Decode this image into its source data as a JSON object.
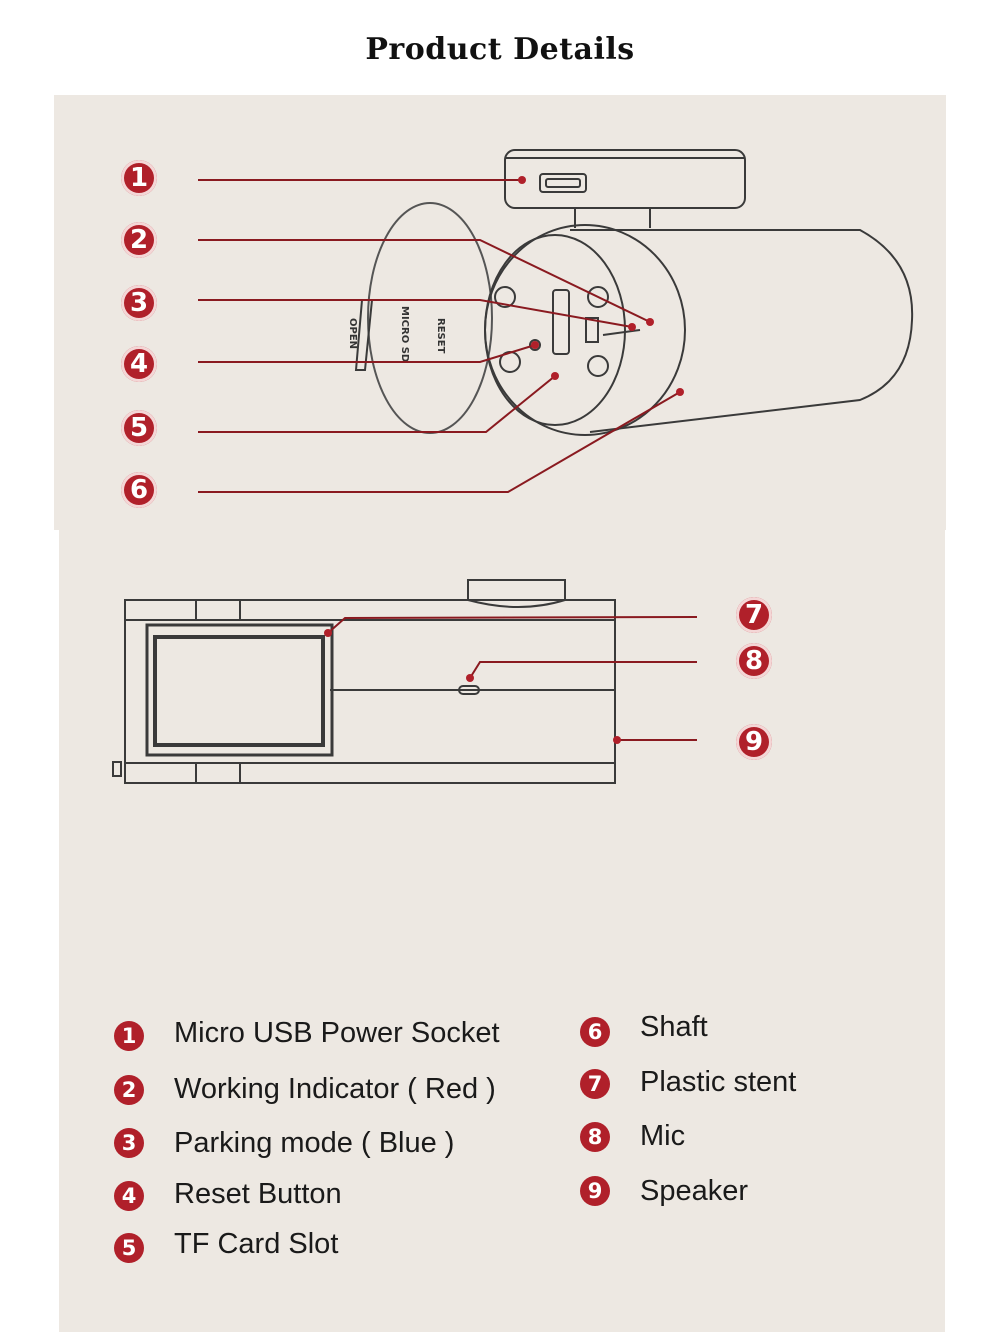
{
  "title": "Product Details",
  "callouts": [
    "1",
    "2",
    "3",
    "4",
    "5",
    "6",
    "7",
    "8",
    "9"
  ],
  "device_labels": {
    "reset": "RESET",
    "micro_sd": "MICRO SD",
    "open": "OPEN"
  },
  "legend": [
    {
      "num": "1",
      "label": "Micro USB Power Socket"
    },
    {
      "num": "2",
      "label": "Working  Indicator  ( Red )"
    },
    {
      "num": "3",
      "label": "Parking mode ( Blue )"
    },
    {
      "num": "4",
      "label": "Reset Button"
    },
    {
      "num": "5",
      "label": "TF Card Slot"
    },
    {
      "num": "6",
      "label": "Shaft"
    },
    {
      "num": "7",
      "label": "Plastic stent"
    },
    {
      "num": "8",
      "label": "Mic"
    },
    {
      "num": "9",
      "label": "Speaker"
    }
  ],
  "colors": {
    "accent": "#b0202a",
    "panel": "#ede8e2",
    "leader": "#8a1a20",
    "outline": "#3a3a3a"
  }
}
